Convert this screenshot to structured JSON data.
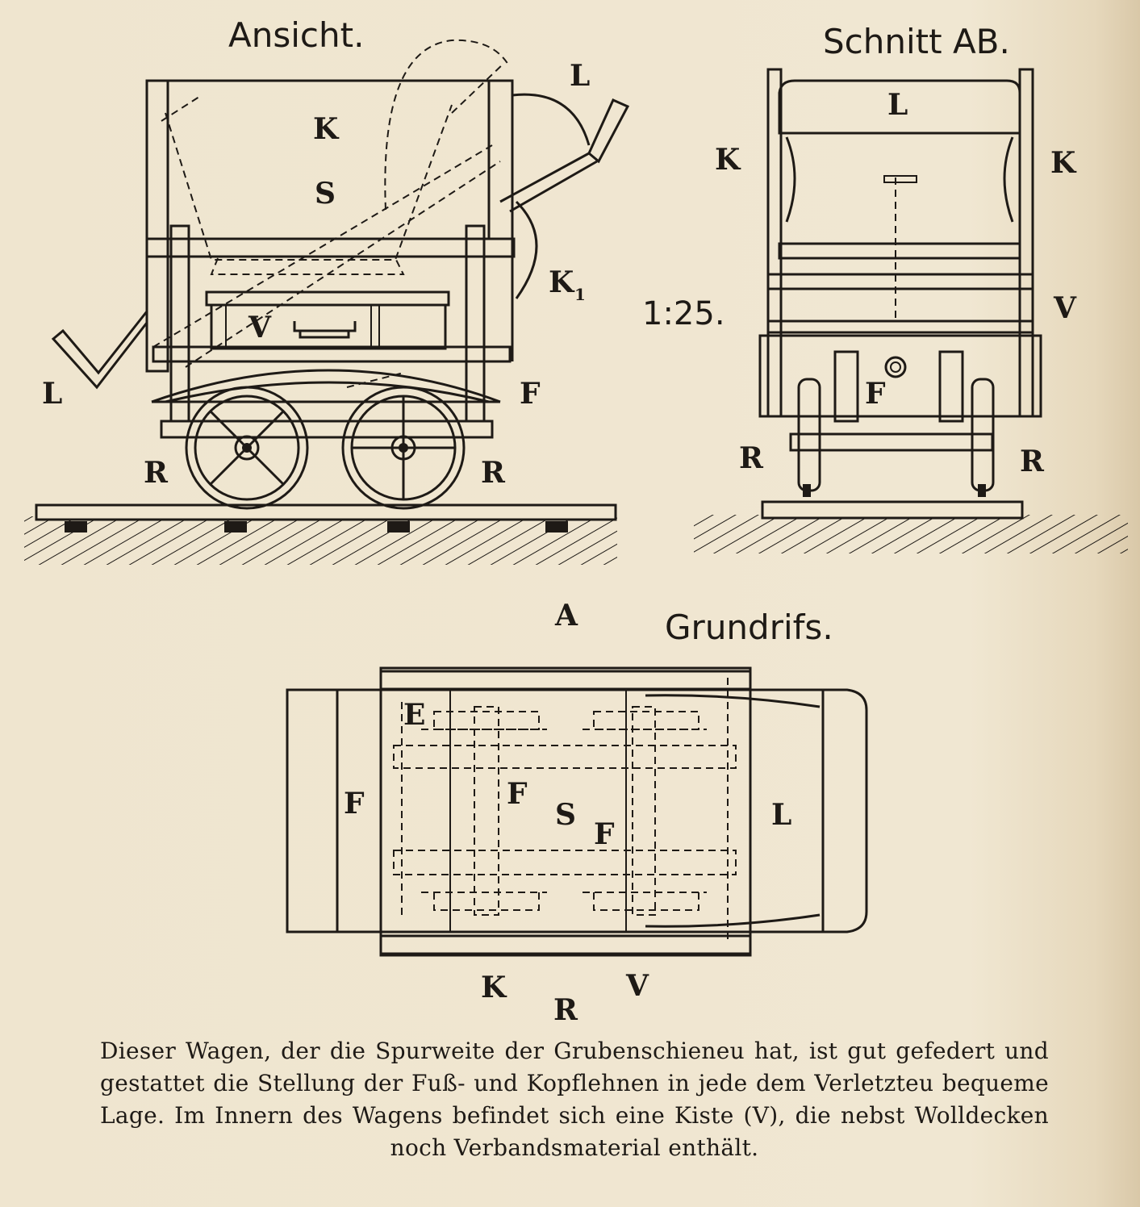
{
  "figure": {
    "scale": "1:25.",
    "views": {
      "side": {
        "title": "Ansicht.",
        "labels": {
          "K": "K",
          "S": "S",
          "L_top": "L",
          "L_left": "L",
          "K1": "K",
          "K1_sub": "1",
          "V": "V",
          "F": "F",
          "R_left": "R",
          "R_right": "R"
        }
      },
      "section": {
        "title": "Schnitt AB.",
        "labels": {
          "L": "L",
          "K_left": "K",
          "K_right": "K",
          "V": "V",
          "F": "F",
          "R_left": "R",
          "R_right": "R"
        }
      },
      "plan": {
        "title": "Grundrifs.",
        "labels": {
          "A": "A",
          "E": "E",
          "F_left": "F",
          "F_mid1": "F",
          "S": "S",
          "F_mid2": "F",
          "L": "L",
          "K": "K",
          "R": "R",
          "V": "V"
        }
      }
    }
  },
  "caption": "Dieser Wagen, der die Spurweite der Grubenschieneu hat, ist gut gefedert und gestattet die Stellung der Fuß- und Kopflehnen in jede dem Verletzteu bequeme Lage. Im Innern des Wagens befindet sich eine Kiste (V), die nebst Wolldecken noch Verbandsmaterial enthält."
}
